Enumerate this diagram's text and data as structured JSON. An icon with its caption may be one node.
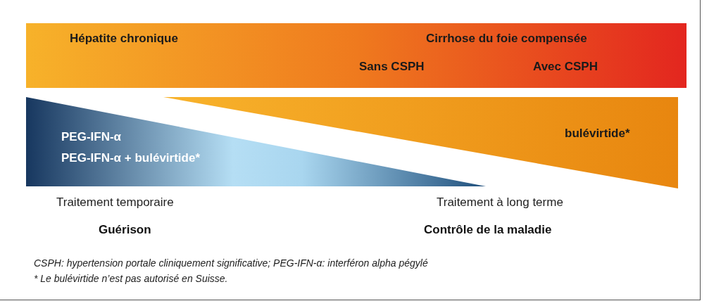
{
  "diagram": {
    "nodes": [
      {
        "text": [
          "Hépatite chronique",
          "Cirrhose du foie compensée",
          "Sans CSPH",
          "Avec CSPH"
        ]
      },
      {
        "text": [
          "PEG-IFN-α",
          "PEG-IFN-α + bulévirtide*"
        ]
      },
      {
        "text": [
          "bulévirtide*"
        ]
      }
    ],
    "labels": [
      "Traitement temporaire",
      "Traitement à long terme",
      "Guérison",
      "Contrôle de la maladie",
      "CSPH: hypertension portale cliniquement significative; PEG-IFN-α: interféron alpha pégylé",
      "* Le bulévirtide n’est pas autorisé en Suisse."
    ]
  }
}
